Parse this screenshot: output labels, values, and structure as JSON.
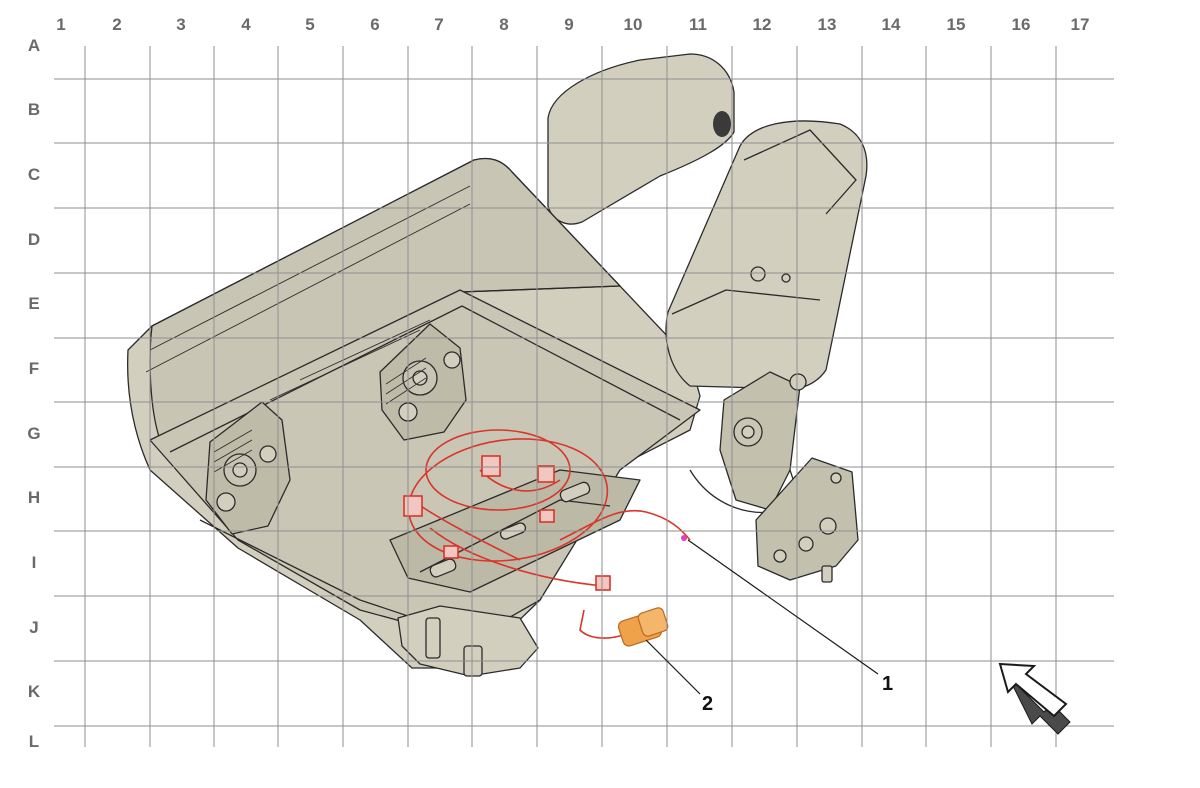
{
  "grid": {
    "columns": [
      "1",
      "2",
      "3",
      "4",
      "5",
      "6",
      "7",
      "8",
      "9",
      "10",
      "11",
      "12",
      "13",
      "14",
      "15",
      "16",
      "17"
    ],
    "rows": [
      "A",
      "B",
      "C",
      "D",
      "E",
      "F",
      "G",
      "H",
      "I",
      "J",
      "K",
      "L"
    ]
  },
  "callouts": [
    {
      "label": "1"
    },
    {
      "label": "2"
    }
  ],
  "colors": {
    "seat_fill": "#d3cfbf",
    "seat_line": "#2b2b2b",
    "harness": "#d9352a",
    "connector": "#f0a24a",
    "grid_line": "#8f8f8f",
    "label_text": "#6a6a6a"
  },
  "icons": {
    "direction_arrow": "arrow-up-left-icon"
  }
}
